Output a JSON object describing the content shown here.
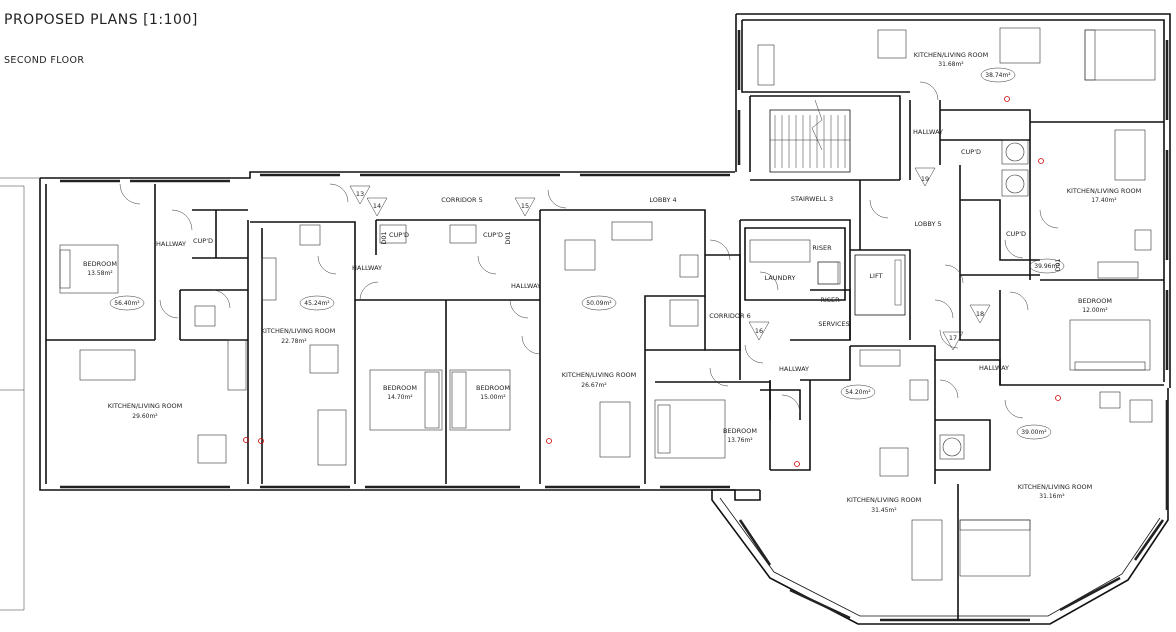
{
  "header": {
    "title": "PROPOSED PLANS [1:100]",
    "floor": "SECOND FLOOR"
  },
  "rooms": [
    {
      "id": "bedroom-1",
      "name": "BEDROOM",
      "area": "13.58m²"
    },
    {
      "id": "hallway-1",
      "name": "HALLWAY"
    },
    {
      "id": "cupd-1",
      "name": "CUP'D"
    },
    {
      "id": "flat-1-total",
      "area": "56.40m²"
    },
    {
      "id": "kitchen-1",
      "name": "KITCHEN/LIVING ROOM",
      "area": "29.60m²"
    },
    {
      "id": "flat-2-total",
      "area": "45.24m²"
    },
    {
      "id": "kitchen-2",
      "name": "KITCHEN/LIVING ROOM",
      "area": "22.78m²"
    },
    {
      "id": "hallway-2",
      "name": "HALLWAY"
    },
    {
      "id": "bedroom-2",
      "name": "BEDROOM",
      "area": "14.70m²"
    },
    {
      "id": "bedroom-3",
      "name": "BEDROOM",
      "area": "15.00m²"
    },
    {
      "id": "cupd-2",
      "name": "CUP'D"
    },
    {
      "id": "cupd-3",
      "name": "CUP'D"
    },
    {
      "id": "corridor-5",
      "name": "CORRIDOR 5"
    },
    {
      "id": "hallway-3",
      "name": "HALLWAY"
    },
    {
      "id": "flat-3-total",
      "area": "50.09m²"
    },
    {
      "id": "kitchen-3",
      "name": "KITCHEN/LIVING ROOM",
      "area": "26.67m²"
    },
    {
      "id": "lobby-4",
      "name": "LOBBY 4"
    },
    {
      "id": "corridor-6",
      "name": "CORRIDOR 6"
    },
    {
      "id": "bedroom-4",
      "name": "BEDROOM",
      "area": "13.76m²"
    },
    {
      "id": "riser-1",
      "name": "RISER"
    },
    {
      "id": "laundry",
      "name": "LAUNDRY"
    },
    {
      "id": "riser-2",
      "name": "RISER"
    },
    {
      "id": "services",
      "name": "SERVICES"
    },
    {
      "id": "lift",
      "name": "LIFT"
    },
    {
      "id": "stairwell-3",
      "name": "STAIRWELL 3"
    },
    {
      "id": "lobby-5",
      "name": "LOBBY 5"
    },
    {
      "id": "hallway-4",
      "name": "HALLWAY"
    },
    {
      "id": "flat-4-total",
      "area": "54.20m²"
    },
    {
      "id": "kitchen-4",
      "name": "KITCHEN/LIVING ROOM",
      "area": "31.45m²"
    },
    {
      "id": "kitchen-5",
      "name": "KITCHEN/LIVING ROOM",
      "area": "31.68m²"
    },
    {
      "id": "flat-5-total",
      "area": "38.74m²"
    },
    {
      "id": "hallway-5",
      "name": "HALLWAY"
    },
    {
      "id": "cupd-4",
      "name": "CUP'D"
    },
    {
      "id": "kitchen-6",
      "name": "KITCHEN/LIVING ROOM",
      "area": "17.40m²"
    },
    {
      "id": "cupd-5",
      "name": "CUP'D"
    },
    {
      "id": "flat-6-total",
      "area": "39.96m²"
    },
    {
      "id": "bedroom-5",
      "name": "BEDROOM",
      "area": "12.00m²"
    },
    {
      "id": "hallway-6",
      "name": "HALLWAY"
    },
    {
      "id": "flat-7-total",
      "area": "39.00m²"
    },
    {
      "id": "kitchen-7",
      "name": "KITCHEN/LIVING ROOM",
      "area": "31.16m²"
    }
  ],
  "section_tags": [
    "13",
    "14",
    "15",
    "16",
    "17",
    "18",
    "19"
  ],
  "door_tags": [
    "D01",
    "D01",
    "D01"
  ],
  "colors": {
    "ink": "#111111",
    "marker": "#cc0000",
    "paper": "#ffffff"
  }
}
